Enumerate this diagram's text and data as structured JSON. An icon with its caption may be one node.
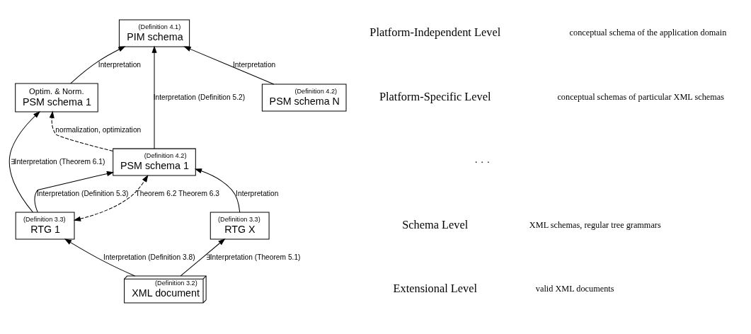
{
  "diagram": {
    "nodes": [
      {
        "text": [
          "(Definition 4.1)",
          "PIM schema"
        ]
      },
      {
        "text": [
          "Optim. & Norm.",
          "PSM schema 1"
        ]
      },
      {
        "text": [
          "(Definition 4.2)",
          "PSM schema 1"
        ]
      },
      {
        "text": [
          "(Definition 4.2)",
          "PSM schema N"
        ]
      },
      {
        "text": [
          "(Definition 3.3)",
          "RTG 1"
        ]
      },
      {
        "text": [
          "(Definition 3.3)",
          "RTG X"
        ]
      },
      {
        "text": [
          "(Definition 3.2)",
          "XML document"
        ]
      }
    ],
    "edges": [
      {
        "from": 1,
        "to": 0,
        "arrow": "to",
        "label": "Interpretation"
      },
      {
        "from": 2,
        "to": 0,
        "arrow": "to",
        "label": "Interpretation (Definition 5.2)"
      },
      {
        "from": 3,
        "to": 0,
        "arrow": "to",
        "label": "Interpretation"
      },
      {
        "from": 2,
        "to": 1,
        "arrow": "to",
        "label": "normalization, optimization",
        "style": "dashed"
      },
      {
        "from": 4,
        "to": 2,
        "arrow": "to",
        "label": "Interpretation (Definition 5.3)"
      },
      {
        "from": 4,
        "to": 2,
        "arrow": "both",
        "label": "Theorem 6.2 Theorem 6.3",
        "style": "dashed"
      },
      {
        "from": 5,
        "to": 2,
        "arrow": "to",
        "label": "Interpretation"
      },
      {
        "from": 4,
        "to": 1,
        "arrow": "to",
        "label": "∃Interpretation (Theorem 6.1)"
      },
      {
        "from": 6,
        "to": 4,
        "arrow": "to",
        "label": "Interpretation (Definition 3.8)"
      },
      {
        "from": 6,
        "to": 5,
        "arrow": "to",
        "label": "∃Interpretation (Theorem 5.1)"
      }
    ],
    "labels": [
      "Platform-Independent Level",
      "conceptual schema of the application domain",
      "Platform-Specific Level",
      "conceptual schemas of particular XML schemas",
      "· · ·",
      "Schema Level",
      "XML schemas, regular tree grammars",
      "Extensional Level",
      "valid XML documents"
    ]
  }
}
